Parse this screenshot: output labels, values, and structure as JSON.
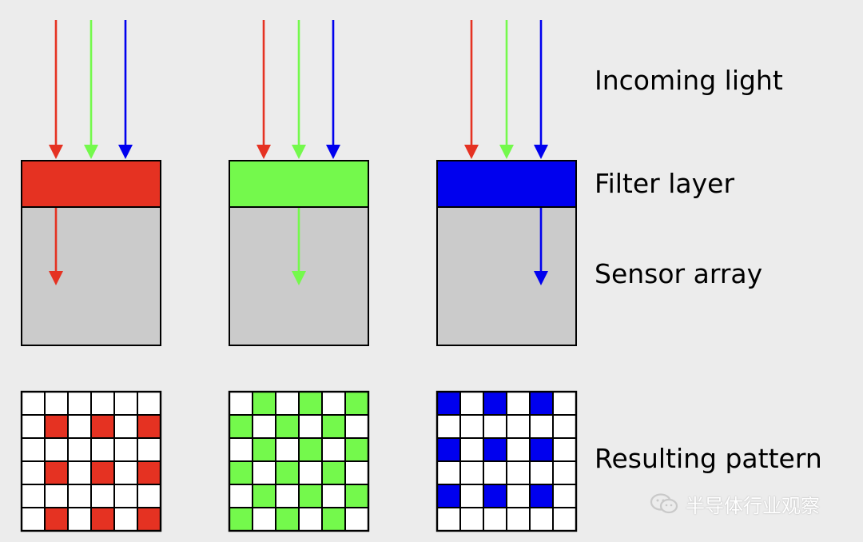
{
  "labels": {
    "incoming_light": "Incoming light",
    "filter_layer": "Filter layer",
    "sensor_array": "Sensor array",
    "resulting_pattern": "Resulting pattern"
  },
  "watermark": {
    "text": "半导体行业观察",
    "icon": "wechat-icon"
  },
  "colors": {
    "background": "#ececec",
    "red": "#e53222",
    "green": "#74f94c",
    "blue": "#0000ee",
    "sensor": "#cbcbcb",
    "outline": "#000000",
    "empty_cell": "#ffffff"
  },
  "columns": [
    {
      "name": "red",
      "filter_color": "#e53222",
      "passed_light": "red",
      "pattern": [
        [
          0,
          0,
          0,
          0,
          0,
          0
        ],
        [
          0,
          1,
          0,
          1,
          0,
          1
        ],
        [
          0,
          0,
          0,
          0,
          0,
          0
        ],
        [
          0,
          1,
          0,
          1,
          0,
          1
        ],
        [
          0,
          0,
          0,
          0,
          0,
          0
        ],
        [
          0,
          1,
          0,
          1,
          0,
          1
        ]
      ]
    },
    {
      "name": "green",
      "filter_color": "#74f94c",
      "passed_light": "green",
      "pattern": [
        [
          0,
          1,
          0,
          1,
          0,
          1
        ],
        [
          1,
          0,
          1,
          0,
          1,
          0
        ],
        [
          0,
          1,
          0,
          1,
          0,
          1
        ],
        [
          1,
          0,
          1,
          0,
          1,
          0
        ],
        [
          0,
          1,
          0,
          1,
          0,
          1
        ],
        [
          1,
          0,
          1,
          0,
          1,
          0
        ]
      ]
    },
    {
      "name": "blue",
      "filter_color": "#0000ee",
      "passed_light": "blue",
      "pattern": [
        [
          1,
          0,
          1,
          0,
          1,
          0
        ],
        [
          0,
          0,
          0,
          0,
          0,
          0
        ],
        [
          1,
          0,
          1,
          0,
          1,
          0
        ],
        [
          0,
          0,
          0,
          0,
          0,
          0
        ],
        [
          1,
          0,
          1,
          0,
          1,
          0
        ],
        [
          0,
          0,
          0,
          0,
          0,
          0
        ]
      ]
    }
  ]
}
